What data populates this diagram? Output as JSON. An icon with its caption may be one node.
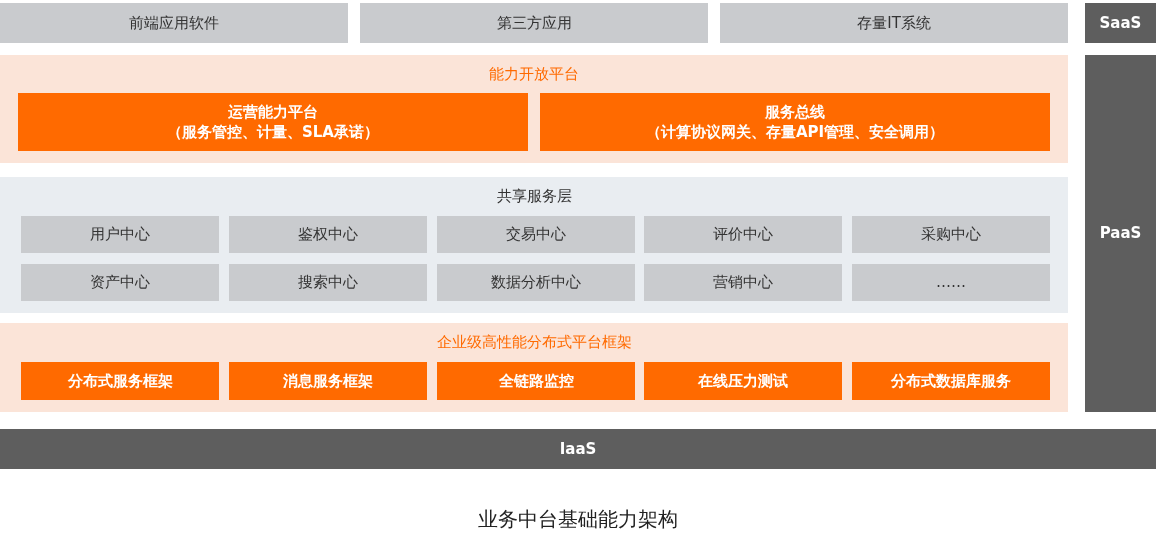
{
  "diagram": {
    "caption": "业务中台基础能力架构",
    "nodes": [
      {
        "text": [
          "前端应用软件"
        ]
      },
      {
        "text": [
          "第三方应用"
        ]
      },
      {
        "text": [
          "存量IT系统"
        ]
      },
      {
        "text": [
          "SaaS"
        ]
      },
      {
        "text": [
          "能力开放平台"
        ]
      },
      {
        "text": [
          "运营能力平台",
          "（服务管控、计量、SLA承诺）"
        ],
        "in": 4
      },
      {
        "text": [
          "服务总线",
          "（计算协议网关、存量API管理、安全调用）"
        ],
        "in": 4
      },
      {
        "text": [
          "共享服务层"
        ]
      },
      {
        "text": [
          "用户中心"
        ],
        "in": 7
      },
      {
        "text": [
          "鉴权中心"
        ],
        "in": 7
      },
      {
        "text": [
          "交易中心"
        ],
        "in": 7
      },
      {
        "text": [
          "评价中心"
        ],
        "in": 7
      },
      {
        "text": [
          "采购中心"
        ],
        "in": 7
      },
      {
        "text": [
          "资产中心"
        ],
        "in": 7
      },
      {
        "text": [
          "搜索中心"
        ],
        "in": 7
      },
      {
        "text": [
          "数据分析中心"
        ],
        "in": 7
      },
      {
        "text": [
          "营销中心"
        ],
        "in": 7
      },
      {
        "text": [
          "……"
        ],
        "in": 7
      },
      {
        "text": [
          "企业级高性能分布式平台框架"
        ]
      },
      {
        "text": [
          "分布式服务框架"
        ],
        "in": 18
      },
      {
        "text": [
          "消息服务框架"
        ],
        "in": 18
      },
      {
        "text": [
          "全链路监控"
        ],
        "in": 18
      },
      {
        "text": [
          "在线压力测试"
        ],
        "in": 18
      },
      {
        "text": [
          "分布式数据库服务"
        ],
        "in": 18
      },
      {
        "text": [
          "PaaS"
        ]
      },
      {
        "text": [
          "IaaS"
        ]
      }
    ],
    "edges": []
  }
}
